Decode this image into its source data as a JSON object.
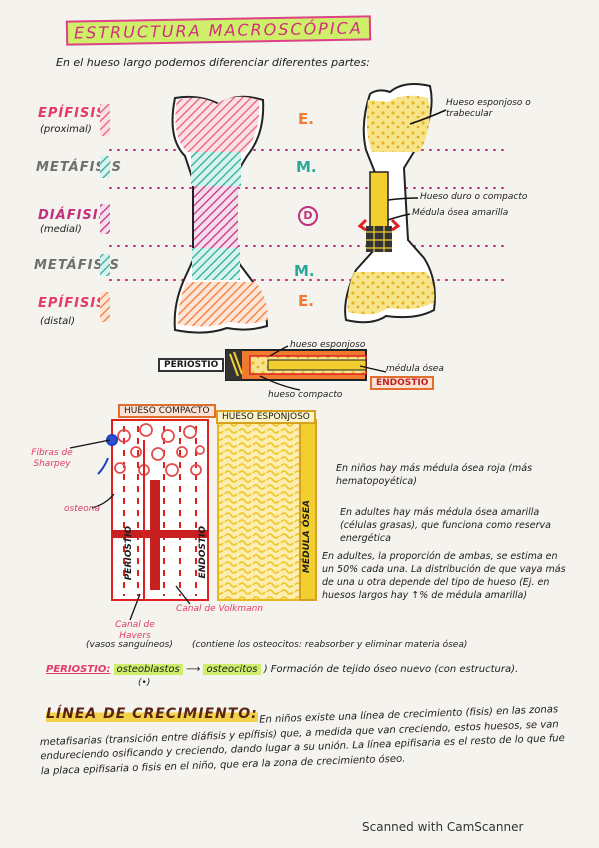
{
  "title": "ESTRUCTURA MACROSCÓPICA",
  "intro": "En el hueso largo podemos diferenciar diferentes partes:",
  "regions": [
    {
      "name": "EPÍFISIS",
      "sub": "(proximal)",
      "letter": "E."
    },
    {
      "name": "METÁFISIS",
      "sub": "",
      "letter": "M."
    },
    {
      "name": "DIÁFISIS",
      "sub": "(medial)",
      "letter": "D"
    },
    {
      "name": "METÁFISIS",
      "sub": "",
      "letter": "M."
    },
    {
      "name": "EPÍFISIS",
      "sub": "(distal)",
      "letter": "E."
    }
  ],
  "bone_section_labels": {
    "spongy": "Hueso esponjoso o trabecular",
    "compact": "Hueso duro o compacto",
    "marrow": "Médula ósea amarilla"
  },
  "layer_diagram": {
    "periostio": "PERIOSTIO",
    "hueso_esponjoso": "hueso esponjoso",
    "medula_osea": "médula ósea",
    "endostio": "ENDOSTIO",
    "hueso_compacto": "hueso compacto"
  },
  "detail": {
    "compact_box": "HUESO COMPACTO",
    "spongy_box": "HUESO ESPONJOSO",
    "fibras": "Fibras de Sharpey",
    "osteona": "osteona",
    "periostio_vertical": "PERIOSTIO",
    "endostio_vertical": "ENDOSTIO",
    "medula_vertical": "MÉDULA ÓSEA",
    "canal_havers": "Canal de Havers",
    "canal_volkmann": "Canal de Volkmann",
    "vasos": "(vasos sanguíneos)"
  },
  "notes": {
    "n1": "En niños hay más médula ósea roja (más hematopoyética)",
    "n2": "En adultes hay más médula ósea amarilla (células grasas), que funciona como reserva energética",
    "n3": "En adultes, la proporción de ambas, se estima en un 50% cada una. La distribución de que vaya más de una u otra depende del tipo de hueso (Ej. en huesos largos hay ↑% de médula amarilla)",
    "osteocitos_note": "(contiene los osteocitos: reabsorber y eliminar materia ósea)"
  },
  "periostio_line": {
    "label": "PERIOSTIO:",
    "osteoblastos": "osteoblastos",
    "arrow": "⟶",
    "osteocitos": "osteocitos",
    "result": ") Formación de tejido óseo nuevo (con estructura).",
    "dot": "(•)"
  },
  "linea": {
    "title": "LÍNEA DE CRECIMIENTO:",
    "body": "En niños existe una línea de crecimiento (fisis) en las zonas metafisarias (transición entre diáfisis y epífisis) que, a medida que van creciendo, estos huesos, se van endureciendo osificando y creciendo, dando lugar a su unión. La línea epifisaria es el resto de lo que fue la placa epifisaria o fisis en el niño, que era la zona de crecimiento óseo."
  },
  "footer": "Scanned with CamScanner",
  "colors": {
    "pink": "#e23a6a",
    "orange": "#f07a30",
    "teal": "#2aa89a",
    "yellow": "#f2cf2e",
    "green": "#b8e040"
  }
}
